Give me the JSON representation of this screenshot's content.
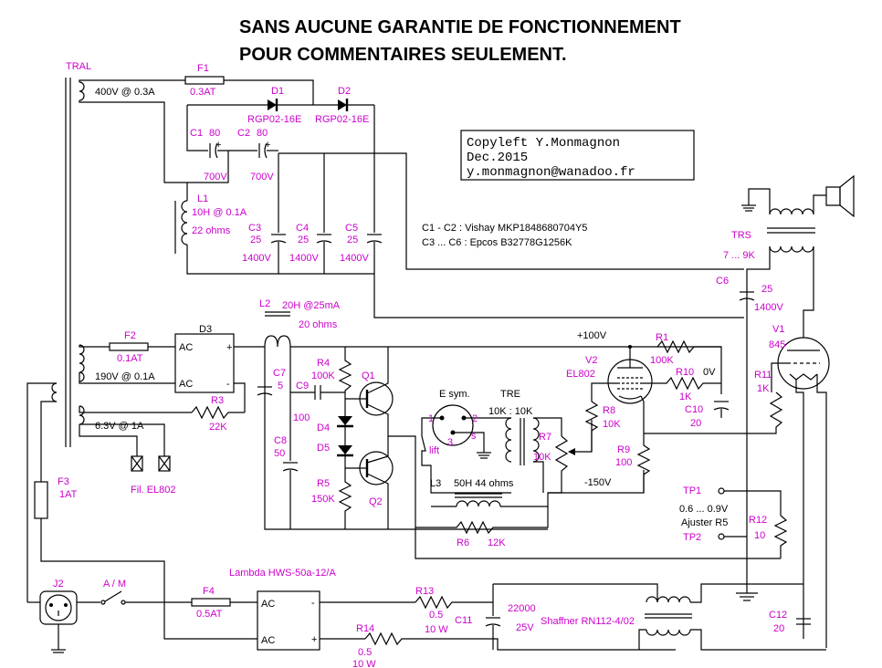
{
  "header": {
    "line1": "SANS AUCUNE GARANTIE DE FONCTIONNEMENT",
    "line2": "POUR COMMENTAIRES SEULEMENT."
  },
  "copyleft": {
    "line1": "Copyleft Y.Monmagnon",
    "line2": "Dec.2015",
    "line3": "y.monmagnon@wanadoo.fr"
  },
  "notes": {
    "caps_c1c2": "C1 - C2 : Vishay MKP1848680704Y5",
    "caps_c3c6": "C3 ... C6 : Epcos B32778G1256K"
  },
  "transformer": {
    "name": "TRAL",
    "w_hv": "400V @ 0.3A",
    "w_bias": "190V @ 0.1A",
    "w_fil": "6.3V @ 1A"
  },
  "components": {
    "f1": "F1",
    "f1_v": "0.3AT",
    "d1": "D1",
    "d1_v": "RGP02-16E",
    "d2": "D2",
    "d2_v": "RGP02-16E",
    "c1": "C1",
    "c1_v": "80",
    "c1_vv": "700V",
    "c2": "C2",
    "c2_v": "80",
    "c2_vv": "700V",
    "l1": "L1",
    "l1_v1": "10H @ 0.1A",
    "l1_v2": "22 ohms",
    "c3": "C3",
    "c3_v": "25",
    "c3_vv": "1400V",
    "c4": "C4",
    "c4_v": "25",
    "c4_vv": "1400V",
    "c5": "C5",
    "c5_v": "25",
    "c5_vv": "1400V",
    "c6": "C6",
    "c6_v": "25",
    "c6_vv": "1400V",
    "trs": "TRS",
    "trs_v": "7 ... 9K",
    "v1": "V1",
    "v1_v": "845",
    "f2": "F2",
    "f2_v": "0.1AT",
    "d3": "D3",
    "ac": "AC",
    "r3": "R3",
    "r3_v": "22K",
    "l2": "L2",
    "l2_v1": "20H @25mA",
    "l2_v2": "20 ohms",
    "c7": "C7",
    "c7_v": "5",
    "c8": "C8",
    "c8_v": "50",
    "c9": "C9",
    "c9_v": "100",
    "r4": "R4",
    "r4_v": "100K",
    "d4": "D4",
    "d5": "D5",
    "r5": "R5",
    "r5_v": "150K",
    "q1": "Q1",
    "q2": "Q2",
    "esym": "E sym.",
    "lift": "lift",
    "pin1": "1",
    "pin2": "2",
    "pin3": "3",
    "pins": "s",
    "tre": "TRE",
    "tre_v": "10K : 10K",
    "r7": "R7",
    "r7_v": "10K",
    "l3": "L3",
    "l3_v": "50H  44 ohms",
    "r6": "R6",
    "r6_v": "12K",
    "plus100": "+100V",
    "r1": "R1",
    "r1_v": "100K",
    "v2": "V2",
    "v2_v": "EL802",
    "r10": "R10",
    "r10_v": "1K",
    "r10_0v": "0V",
    "c10": "C10",
    "c10_v": "20",
    "r8": "R8",
    "r8_v": "10K",
    "r9": "R9",
    "r9_v": "100",
    "minus150": "-150V",
    "r11": "R11",
    "r11_v": "1K",
    "tp1": "TP1",
    "tp2": "TP2",
    "adj_range": "0.6 ... 0.9V",
    "adj_text": "Ajuster R5",
    "r12": "R12",
    "r12_v": "10",
    "fil": "Fil. EL802",
    "f3": "F3",
    "f3_v": "1AT",
    "lambda": "Lambda HWS-50a-12/A",
    "j2": "J2",
    "am": "A / M",
    "f4": "F4",
    "f4_v": "0.5AT",
    "r13": "R13",
    "r13_v1": "0.5",
    "r13_v2": "10 W",
    "c11": "C11",
    "c11_v": "22000",
    "c11_vv": "25V",
    "shaffner": "Shaffner RN112-4/02",
    "c12": "C12",
    "c12_v": "20",
    "r14": "R14",
    "r14_v1": "0.5",
    "r14_v2": "10 W",
    "plus": "+",
    "minus": "-"
  }
}
